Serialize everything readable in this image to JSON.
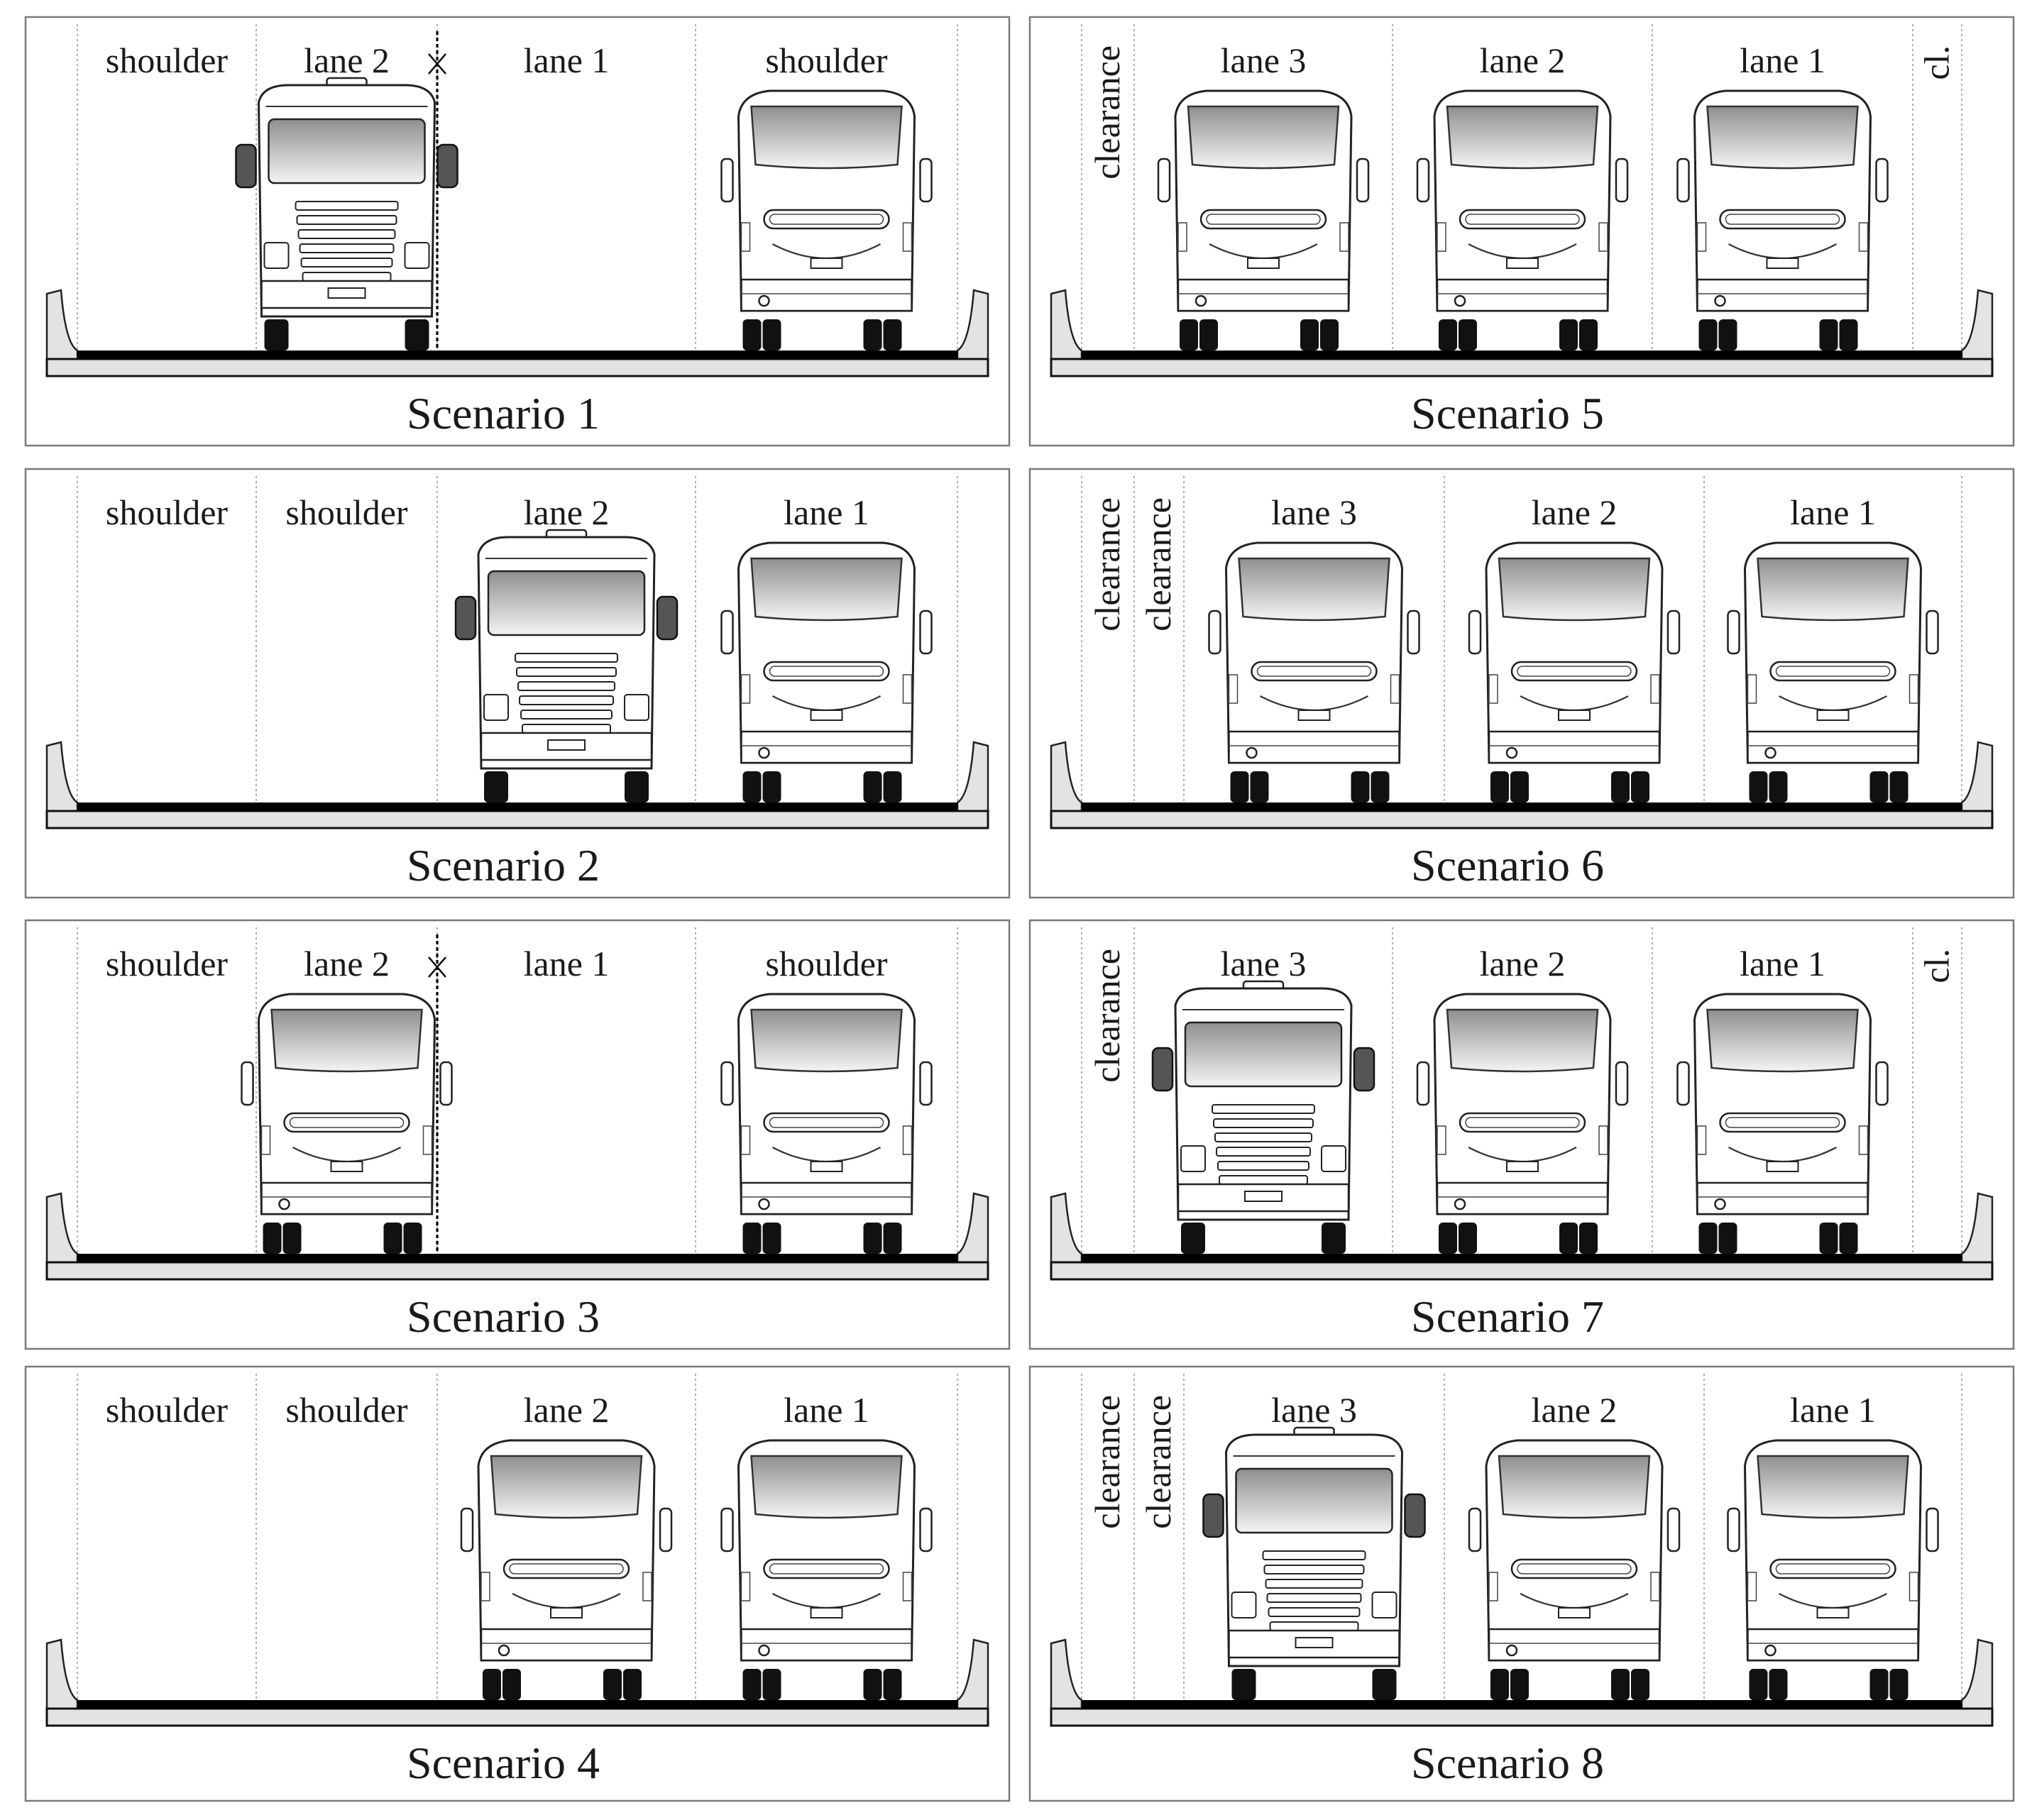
{
  "scenarios": [
    {
      "caption": "Scenario 1",
      "lanes": [
        {
          "label": "shoulder",
          "vertical": false
        },
        {
          "label": "lane 2",
          "vertical": false
        },
        {
          "label": "lane 1",
          "vertical": false
        },
        {
          "label": "shoulder",
          "vertical": false
        }
      ],
      "vehicles": [
        {
          "type": "truck",
          "lane": 1
        },
        {
          "type": "bus",
          "lane": 3
        }
      ],
      "centerline_after_lane": 1
    },
    {
      "caption": "Scenario 2",
      "lanes": [
        {
          "label": "shoulder",
          "vertical": false
        },
        {
          "label": "shoulder",
          "vertical": false
        },
        {
          "label": "lane 2",
          "vertical": false
        },
        {
          "label": "lane 1",
          "vertical": false
        }
      ],
      "vehicles": [
        {
          "type": "truck",
          "lane": 2
        },
        {
          "type": "bus",
          "lane": 3
        }
      ],
      "centerline_after_lane": null
    },
    {
      "caption": "Scenario 3",
      "lanes": [
        {
          "label": "shoulder",
          "vertical": false
        },
        {
          "label": "lane 2",
          "vertical": false
        },
        {
          "label": "lane 1",
          "vertical": false
        },
        {
          "label": "shoulder",
          "vertical": false
        }
      ],
      "vehicles": [
        {
          "type": "bus",
          "lane": 1
        },
        {
          "type": "bus",
          "lane": 3
        }
      ],
      "centerline_after_lane": 1
    },
    {
      "caption": "Scenario 4",
      "lanes": [
        {
          "label": "shoulder",
          "vertical": false
        },
        {
          "label": "shoulder",
          "vertical": false
        },
        {
          "label": "lane 2",
          "vertical": false
        },
        {
          "label": "lane 1",
          "vertical": false
        }
      ],
      "vehicles": [
        {
          "type": "bus",
          "lane": 2
        },
        {
          "type": "bus",
          "lane": 3
        }
      ],
      "centerline_after_lane": null
    },
    {
      "caption": "Scenario 5",
      "lanes": [
        {
          "label": "clearance",
          "vertical": true
        },
        {
          "label": "lane 3",
          "vertical": false
        },
        {
          "label": "lane 2",
          "vertical": false
        },
        {
          "label": "lane 1",
          "vertical": false
        },
        {
          "label": "cl.",
          "vertical": true
        }
      ],
      "vehicles": [
        {
          "type": "bus",
          "lane": 1
        },
        {
          "type": "bus",
          "lane": 2
        },
        {
          "type": "bus",
          "lane": 3
        }
      ],
      "centerline_after_lane": null
    },
    {
      "caption": "Scenario 6",
      "lanes": [
        {
          "label": "clearance",
          "vertical": true
        },
        {
          "label": "clearance",
          "vertical": true
        },
        {
          "label": "lane 3",
          "vertical": false
        },
        {
          "label": "lane 2",
          "vertical": false
        },
        {
          "label": "lane 1",
          "vertical": false
        }
      ],
      "vehicles": [
        {
          "type": "bus",
          "lane": 2
        },
        {
          "type": "bus",
          "lane": 3
        },
        {
          "type": "bus",
          "lane": 4
        }
      ],
      "centerline_after_lane": null
    },
    {
      "caption": "Scenario 7",
      "lanes": [
        {
          "label": "clearance",
          "vertical": true
        },
        {
          "label": "lane 3",
          "vertical": false
        },
        {
          "label": "lane 2",
          "vertical": false
        },
        {
          "label": "lane 1",
          "vertical": false
        },
        {
          "label": "cl.",
          "vertical": true
        }
      ],
      "vehicles": [
        {
          "type": "truck",
          "lane": 1
        },
        {
          "type": "bus",
          "lane": 2
        },
        {
          "type": "bus",
          "lane": 3
        }
      ],
      "centerline_after_lane": null
    },
    {
      "caption": "Scenario 8",
      "lanes": [
        {
          "label": "clearance",
          "vertical": true
        },
        {
          "label": "clearance",
          "vertical": true
        },
        {
          "label": "lane 3",
          "vertical": false
        },
        {
          "label": "lane 2",
          "vertical": false
        },
        {
          "label": "lane 1",
          "vertical": false
        }
      ],
      "vehicles": [
        {
          "type": "truck",
          "lane": 2
        },
        {
          "type": "bus",
          "lane": 3
        },
        {
          "type": "bus",
          "lane": 4
        }
      ],
      "centerline_after_lane": null
    }
  ],
  "colors": {
    "frame": "#7a7a7a",
    "road": "#000000",
    "concrete": "#e3e3e3",
    "windshield_top": "#9a9a9a",
    "windshield_bottom": "#f2f2f2"
  }
}
